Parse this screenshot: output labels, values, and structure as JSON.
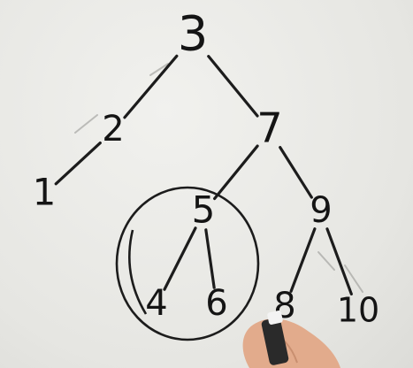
{
  "tree": {
    "nodes": [
      {
        "id": "n3",
        "label": "3"
      },
      {
        "id": "n2",
        "label": "2"
      },
      {
        "id": "n7",
        "label": "7"
      },
      {
        "id": "n1",
        "label": "1"
      },
      {
        "id": "n5",
        "label": "5"
      },
      {
        "id": "n9",
        "label": "9"
      },
      {
        "id": "n4",
        "label": "4"
      },
      {
        "id": "n6",
        "label": "6"
      },
      {
        "id": "n8",
        "label": "8"
      },
      {
        "id": "n10",
        "label": "10"
      }
    ],
    "edges": [
      [
        "n3",
        "n2"
      ],
      [
        "n3",
        "n7"
      ],
      [
        "n2",
        "n1"
      ],
      [
        "n7",
        "n5"
      ],
      [
        "n7",
        "n9"
      ],
      [
        "n5",
        "n4"
      ],
      [
        "n5",
        "n6"
      ],
      [
        "n9",
        "n8"
      ],
      [
        "n9",
        "n10"
      ]
    ],
    "circled_subtree_root": "n5"
  },
  "colors": {
    "ink": "#1c1c1c",
    "board": "#e9e9e6",
    "hand": "#e0a98a",
    "marker_cap": "#2a2a2a"
  }
}
